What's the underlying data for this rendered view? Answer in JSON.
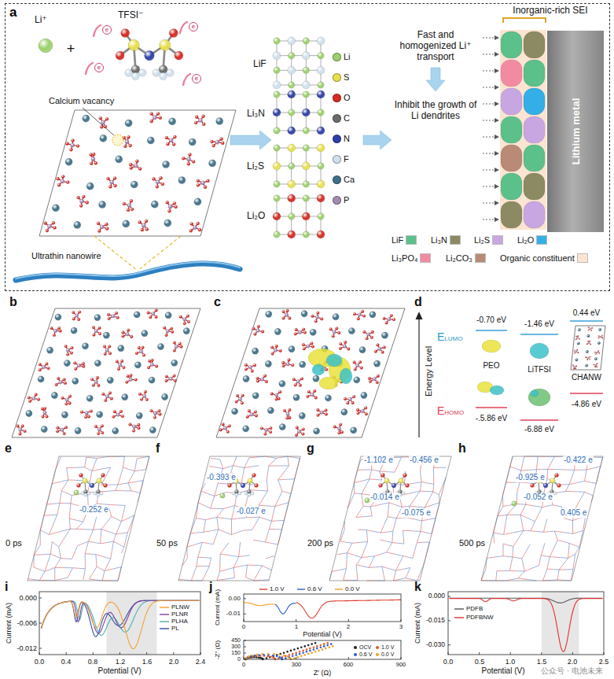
{
  "diagram": {
    "nodes": [
      {
        "text": [
          "a"
        ]
      },
      {
        "text": [
          "Lithium metal"
        ],
        "in": 0
      }
    ],
    "labels": [
      "Li⁺",
      "+",
      "TFSI⁻",
      "e",
      "e",
      "e",
      "e",
      "Calcium vacancy",
      "Ultrathin nanowire",
      "LiF",
      "Li₃N",
      "Li₂S",
      "Li₂O",
      "Fast and homogenized Li⁺ transport",
      "Inhibit the growth of Li dendrites",
      "Inorganic-rich SEI",
      "b",
      "c",
      "d",
      "Energy Level",
      "ELUMO",
      "EHOMO",
      "-0.70 eV",
      "PEO",
      "-.5.86 eV",
      "-1.46 eV",
      "LiTFSI",
      "-6.88 eV",
      "0.44 eV",
      "CHANW",
      "-4.86 eV",
      "e",
      "0 ps",
      "-0.252 e",
      "f",
      "50 ps",
      "-0.393 e",
      "-0.027 e",
      "g",
      "200 ps",
      "-1.102 e",
      "-0.456 e",
      "-0.014 e",
      "-0.075 e",
      "h",
      "500 ps",
      "-0.925 e",
      "-0.422 e",
      "-0.052 e",
      "0.405 e",
      "i",
      "Current (mA)",
      "0.000",
      "-0.006",
      "-0.012",
      "0.0",
      "0.4",
      "0.8",
      "1.2",
      "1.6",
      "2.0",
      "2.4",
      "Potential (V)",
      "j",
      "Current (mA)",
      "0.00",
      "-0.01",
      "0",
      "1",
      "2",
      "3",
      "Potential (V)",
      "-Z'' (Ω)",
      "450",
      "300",
      "150",
      "0",
      "0",
      "300",
      "600",
      "900",
      "Z' (Ω)",
      "k",
      "Current (mA)",
      "0.000",
      "-0.015",
      "-0.030",
      "0.0",
      "0.5",
      "1.0",
      "1.5",
      "2.0",
      "2.5",
      "Potential (V)",
      "公众号 · 电池未来"
    ],
    "legend": [
      {
        "text": "Li",
        "color": "#9bd06a"
      },
      {
        "text": "S",
        "color": "#e8e04a"
      },
      {
        "text": "O",
        "color": "#d62a22"
      },
      {
        "text": "C",
        "color": "#6b6b6b"
      },
      {
        "text": "N",
        "color": "#2f3fa8"
      },
      {
        "text": "F",
        "color": "#cfe0ee"
      },
      {
        "text": "Ca",
        "color": "#3f7089"
      },
      {
        "text": "P",
        "color": "#a48ab2"
      },
      {
        "text": "LiF",
        "color": "#5cc08b"
      },
      {
        "text": "Li₃N",
        "color": "#8c8a62"
      },
      {
        "text": "Li₂S",
        "color": "#c8a6e2"
      },
      {
        "text": "Li₂O",
        "color": "#34aee6"
      },
      {
        "text": "Li₃PO₄",
        "color": "#f28aa2"
      },
      {
        "text": "Li₂CO₃",
        "color": "#b98a76"
      },
      {
        "text": "Organic constituent",
        "color": "#fbe4d2"
      },
      {
        "text": "PLNW"
      },
      {
        "text": "PLNR"
      },
      {
        "text": "PLHA"
      },
      {
        "text": "PL"
      },
      {
        "text": "1.0 V"
      },
      {
        "text": "0.6 V"
      },
      {
        "text": "0.0 V"
      },
      {
        "text": "OCV"
      },
      {
        "text": "1.0 V"
      },
      {
        "text": "0.6 V"
      },
      {
        "text": "0.0 V"
      },
      {
        "text": "PDFB"
      },
      {
        "text": "PDFBNW"
      }
    ]
  }
}
